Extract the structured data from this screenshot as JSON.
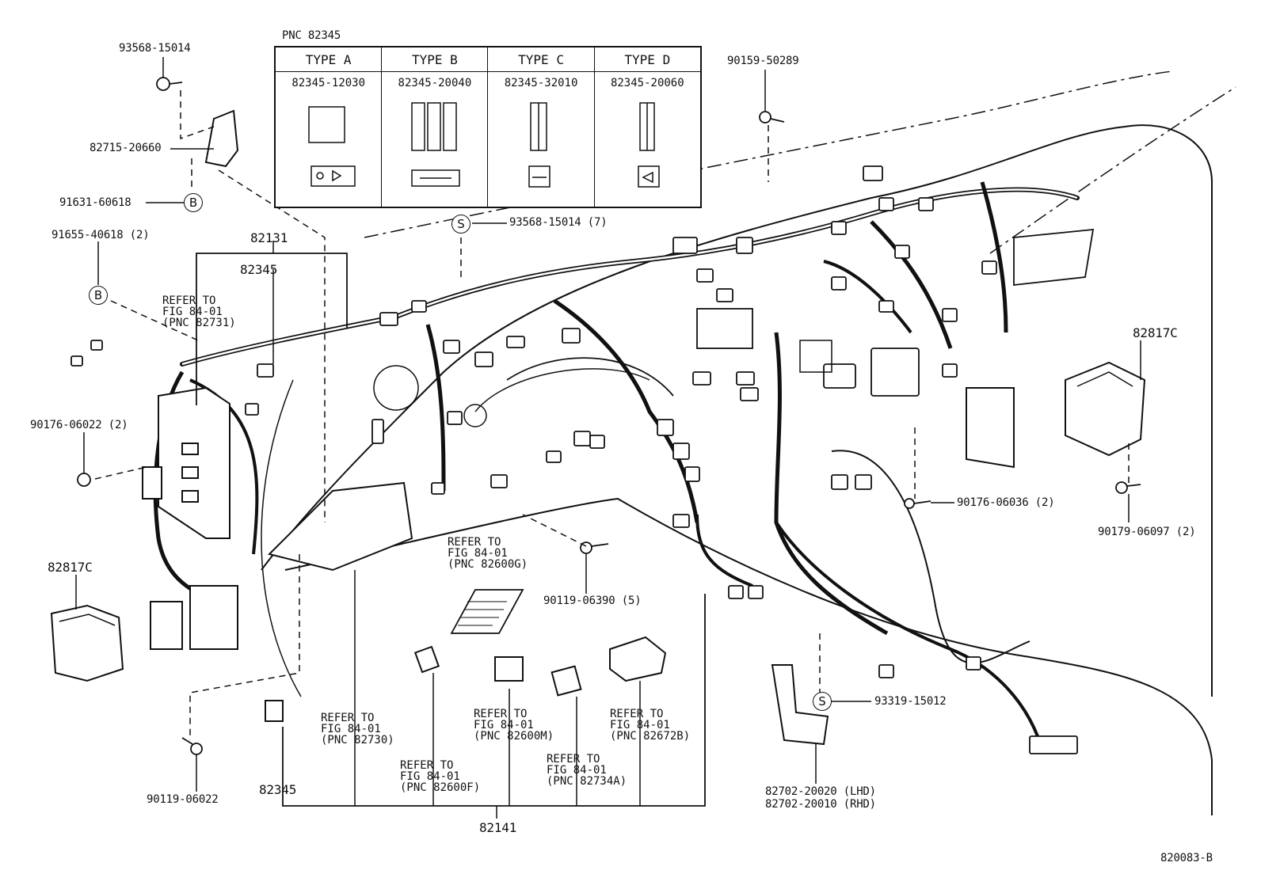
{
  "pnc_table": {
    "caption": "PNC  82345",
    "columns": [
      {
        "type": "TYPE  A",
        "part": "82345-12030"
      },
      {
        "type": "TYPE  B",
        "part": "82345-20040"
      },
      {
        "type": "TYPE  C",
        "part": "82345-32010"
      },
      {
        "type": "TYPE  D",
        "part": "82345-20060"
      }
    ]
  },
  "callouts": {
    "p93568_top": "93568-15014",
    "p82715": "82715-20660",
    "p91631": "91631-60618",
    "p91655": "91655-40618 (2)",
    "p82131": "82131",
    "p82345_a": "82345",
    "p90176_06022": "90176-06022 (2)",
    "p82817c_left": "82817C",
    "p90119_06022": "90119-06022",
    "p82345_b": "82345",
    "p82141": "82141",
    "p90159": "90159-50289",
    "p93568_s": "93568-15014 (7)",
    "p82817c_right": "82817C",
    "p90176_06036": "90176-06036 (2)",
    "p90179": "90179-06097 (2)",
    "p90119_06390": "90119-06390 (5)",
    "p93319": "93319-15012",
    "p82702_lhd": "82702-20020 (LHD)",
    "p82702_rhd": "82702-20010 (RHD)",
    "fig_id": "820083-B"
  },
  "markers": {
    "b": "B",
    "s": "S"
  },
  "refers": {
    "r82731": "REFER TO\nFIG 84-01\n(PNC 82731)",
    "r82600g": "REFER TO\nFIG 84-01\n(PNC 82600G)",
    "r82730": "REFER TO\nFIG 84-01\n(PNC 82730)",
    "r82600f": "REFER TO\nFIG 84-01\n(PNC 82600F)",
    "r82600m": "REFER TO\nFIG 84-01\n(PNC 82600M)",
    "r82734a": "REFER TO\nFIG 84-01\n(PNC 82734A)",
    "r82672b": "REFER TO\nFIG 84-01\n(PNC 82672B)"
  }
}
